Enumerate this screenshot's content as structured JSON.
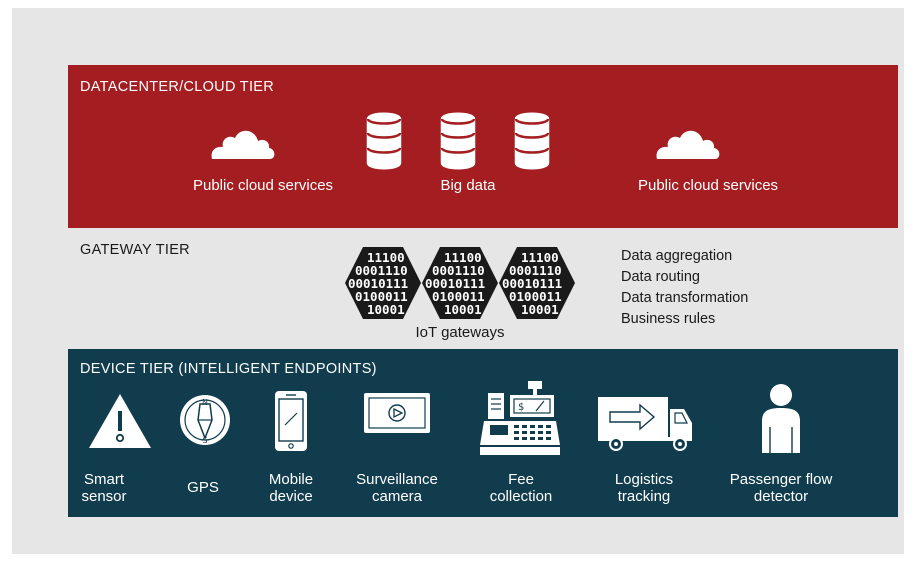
{
  "colors": {
    "background": "#e6e6e6",
    "cloud_tier": "#a31d21",
    "device_tier": "#113c4d",
    "text_light": "#ffffff",
    "text_dark": "#1a1a1a"
  },
  "cloud_tier": {
    "title": "DATACENTER/CLOUD TIER",
    "items": [
      {
        "label": "Public cloud services",
        "icon": "cloud-icon"
      },
      {
        "label": "Big data",
        "icon": "database-icon"
      },
      {
        "label": "Public cloud services",
        "icon": "cloud-icon"
      }
    ]
  },
  "gateway_tier": {
    "title": "GATEWAY TIER",
    "gateways_label": "IoT gateways",
    "binary_rows": [
      "11100",
      "0001110",
      "00010111",
      "0100011",
      "10001"
    ],
    "functions": [
      "Data aggregation",
      "Data routing",
      "Data transformation",
      "Business rules"
    ]
  },
  "device_tier": {
    "title": "DEVICE TIER (INTELLIGENT ENDPOINTS)",
    "devices": [
      {
        "label": "Smart\nsensor",
        "icon": "warning-sensor-icon"
      },
      {
        "label": "GPS",
        "icon": "compass-icon"
      },
      {
        "label": "Mobile\ndevice",
        "icon": "mobile-phone-icon"
      },
      {
        "label": "Surveillance\ncamera",
        "icon": "camera-play-icon"
      },
      {
        "label": "Fee\ncollection",
        "icon": "cash-register-icon"
      },
      {
        "label": "Logistics\ntracking",
        "icon": "truck-icon"
      },
      {
        "label": "Passenger flow\ndetector",
        "icon": "person-icon"
      }
    ]
  }
}
